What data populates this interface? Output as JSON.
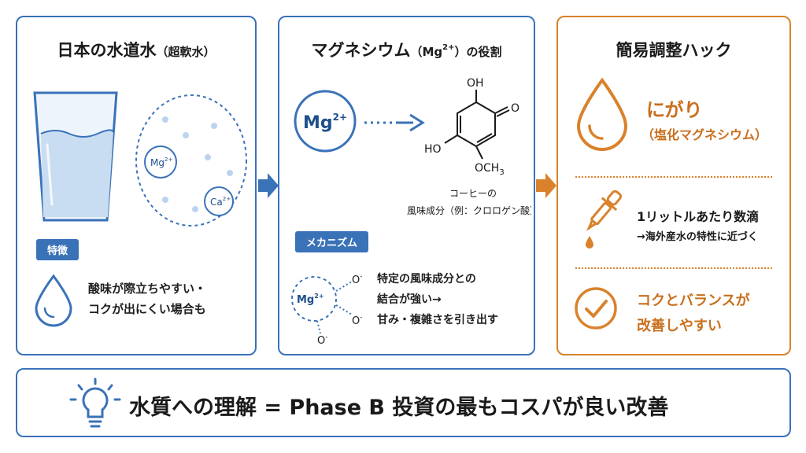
{
  "panel1": {
    "title": "日本の水道水",
    "title_sub": "（超軟水）",
    "ion_mg": "Mg",
    "ion_mg_sup": "2+",
    "ion_ca": "Ca",
    "ion_ca_sup": "2+",
    "tag": "特徴",
    "text_line1": "酸味が際立ちやすい・",
    "text_line2": "コクが出にくい場合も"
  },
  "panel2": {
    "title": "マグネシウム",
    "title_paren_open": "（Mg",
    "title_sup": "2+",
    "title_paren_close": "）",
    "title_tail": "の役割",
    "mg_label": "Mg",
    "mg_sup": "2+",
    "oh_top": "OH",
    "o_right": "O",
    "ho_left": "HO",
    "och3": "OCH",
    "och3_sub": "3",
    "caption_line1": "コーヒーの",
    "caption_line2": "風味成分（例：クロロゲン酸）",
    "tag": "メカニズム",
    "mech_ion": "Mg",
    "mech_ion_sup": "2+",
    "o_minus": "O",
    "minus": "-",
    "text_line1": "特定の風味成分との",
    "text_line2": "結合が強い→",
    "text_line3": "甘み・複雑さを引き出す"
  },
  "panel3": {
    "title": "簡易調整ハック",
    "item1_line1": "にがり",
    "item1_line2": "（塩化マグネシウム）",
    "item2_line1": "1リットルあたり数滴",
    "item2_line2": "→海外産水の特性に近づく",
    "item3_line1": "コクとバランスが",
    "item3_line2": "改善しやすい"
  },
  "bottom": {
    "text": "水質への理解 = Phase B 投資の最もコスパが良い改善"
  },
  "colors": {
    "blue": "#3a72b8",
    "orange": "#d9822b",
    "water": "#c9ddf2"
  },
  "icons": {
    "glass": "water-glass-icon",
    "drop": "water-drop-icon",
    "dropper": "dropper-icon",
    "check": "check-circle-icon",
    "bulb": "lightbulb-icon"
  }
}
